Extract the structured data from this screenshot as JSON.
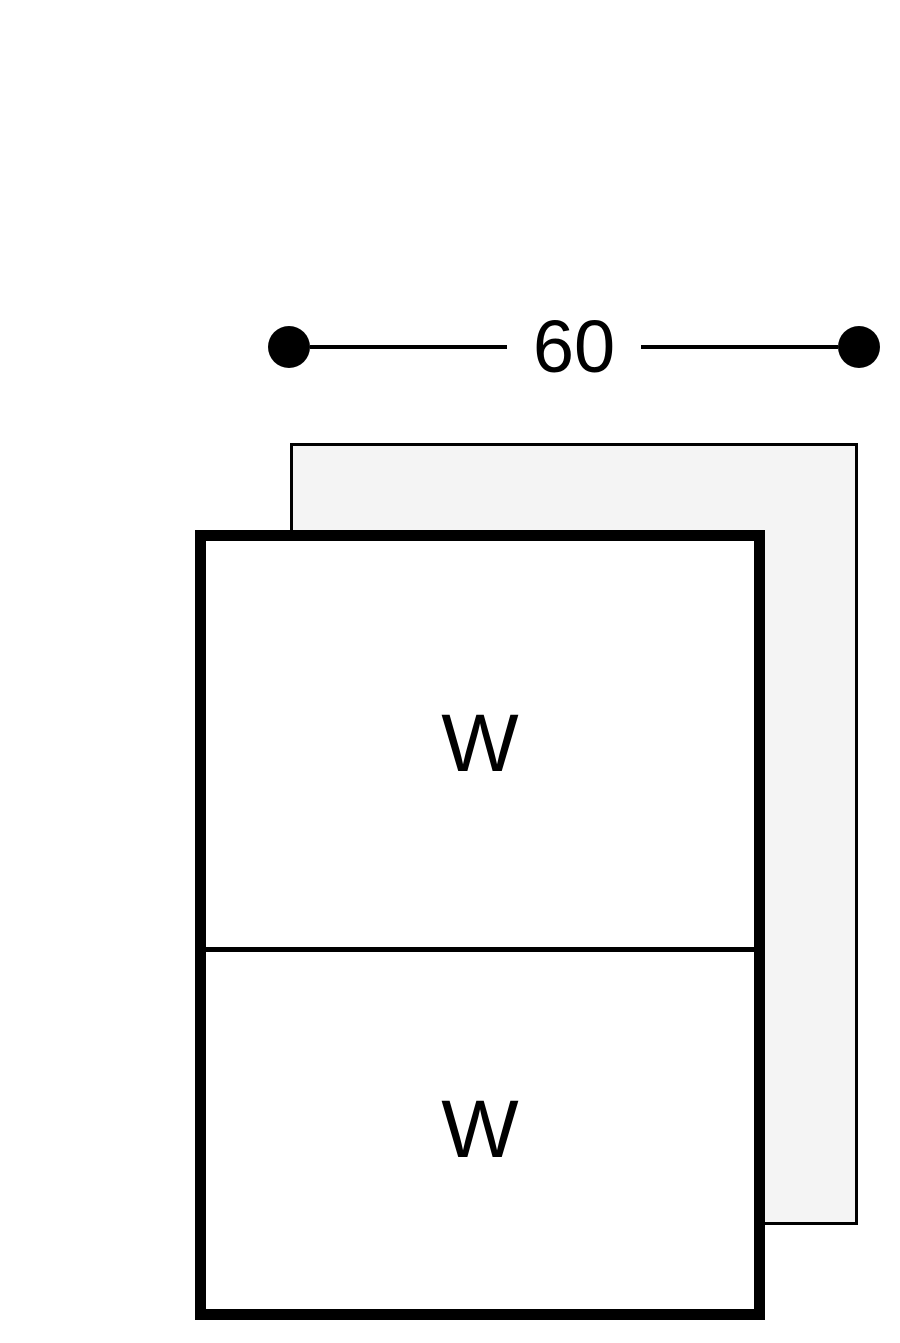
{
  "diagram": {
    "description": "Installation dimension drawing of stacked appliances in a 60 cm niche",
    "dimension": {
      "value": "60"
    },
    "compartments": [
      {
        "label": "W"
      },
      {
        "label": "W"
      }
    ],
    "colors": {
      "line": "#000000",
      "panel_fill": "#f4f4f4",
      "background": "#ffffff"
    }
  }
}
